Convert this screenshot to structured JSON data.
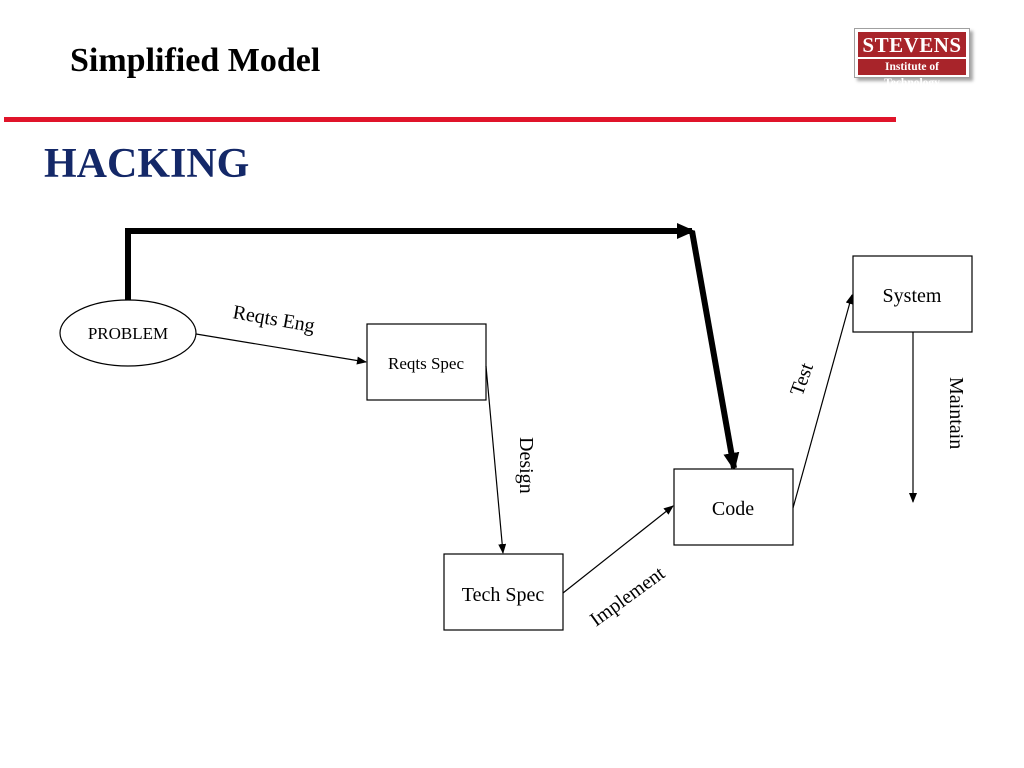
{
  "slide": {
    "title": "Simplified Model",
    "section_title": "HACKING"
  },
  "logo": {
    "name": "STEVENS",
    "subtitle": "Institute of Technology"
  },
  "colors": {
    "brand_red": "#a8242a",
    "rule_red": "#e0142a",
    "section_title_blue": "#142868",
    "text": "#000000",
    "line": "#000000"
  },
  "diagram": {
    "nodes": {
      "problem": "PROBLEM",
      "reqts_spec": "Reqts Spec",
      "tech_spec": "Tech Spec",
      "code": "Code",
      "system": "System"
    },
    "edges": {
      "reqts_eng": "Reqts Eng",
      "design": "Design",
      "implement": "Implement",
      "test": "Test",
      "maintain": "Maintain"
    }
  }
}
